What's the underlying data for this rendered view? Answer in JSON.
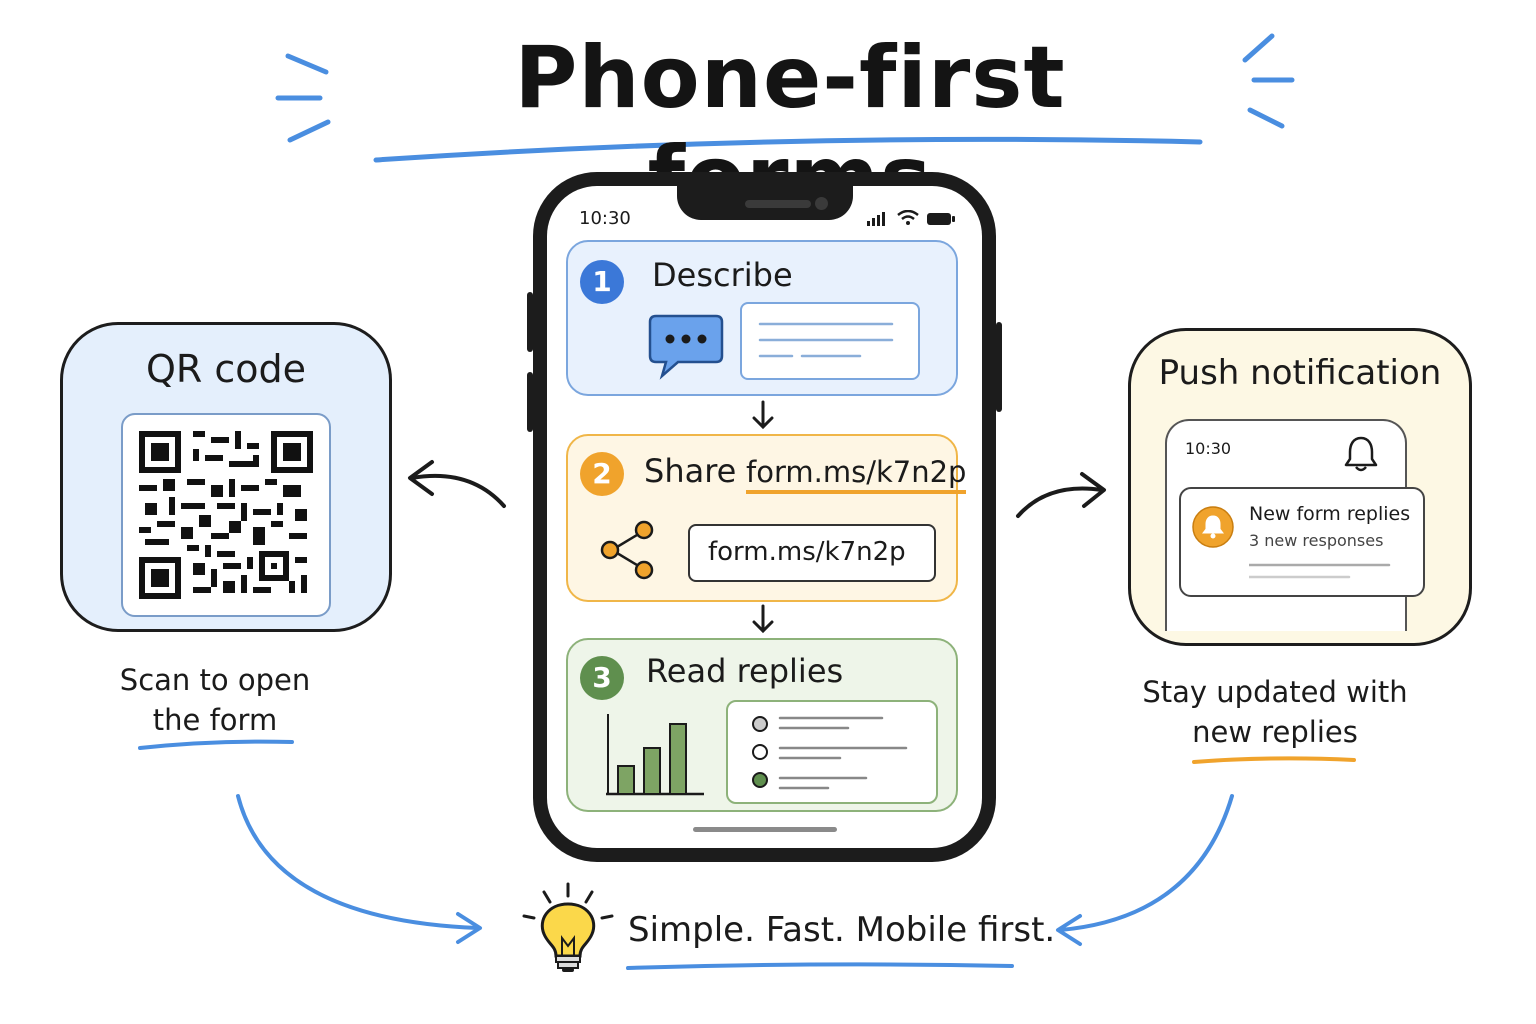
{
  "title": "Phone-first forms",
  "colors": {
    "blue": "#3b78d8",
    "blue_light": "#e8f1fd",
    "orange": "#f0a32c",
    "orange_light": "#fef6e4",
    "green": "#5f8f4e",
    "green_light": "#eef5e9",
    "ink": "#1b1b1b",
    "card_blue": "#e4effc",
    "card_yellow": "#fdf8e4"
  },
  "qr_card": {
    "title": "QR code",
    "icon": "qr-code-icon",
    "caption_line1": "Scan to open",
    "caption_line2": "the form"
  },
  "phone": {
    "status_time": "10:30",
    "status_icons": [
      "signal-icon",
      "wifi-icon",
      "battery-icon"
    ],
    "steps": [
      {
        "number": "1",
        "label": "Describe",
        "icon": "chat-bubble-icon"
      },
      {
        "number": "2",
        "label": "Share",
        "link": "form.ms/k7n2p",
        "link_field": "form.ms/k7n2p",
        "icon": "share-icon"
      },
      {
        "number": "3",
        "label": "Read replies",
        "icon": "bar-chart-icon"
      }
    ]
  },
  "notification_card": {
    "title": "Push notification",
    "time": "10:30",
    "notification_title": "New form replies",
    "notification_subtitle": "3 new responses",
    "icon": "bell-icon",
    "caption_line1": "Stay updated with",
    "caption_line2": "new replies"
  },
  "footer": {
    "text": "Simple. Fast. Mobile first.",
    "icon": "lightbulb-icon"
  }
}
